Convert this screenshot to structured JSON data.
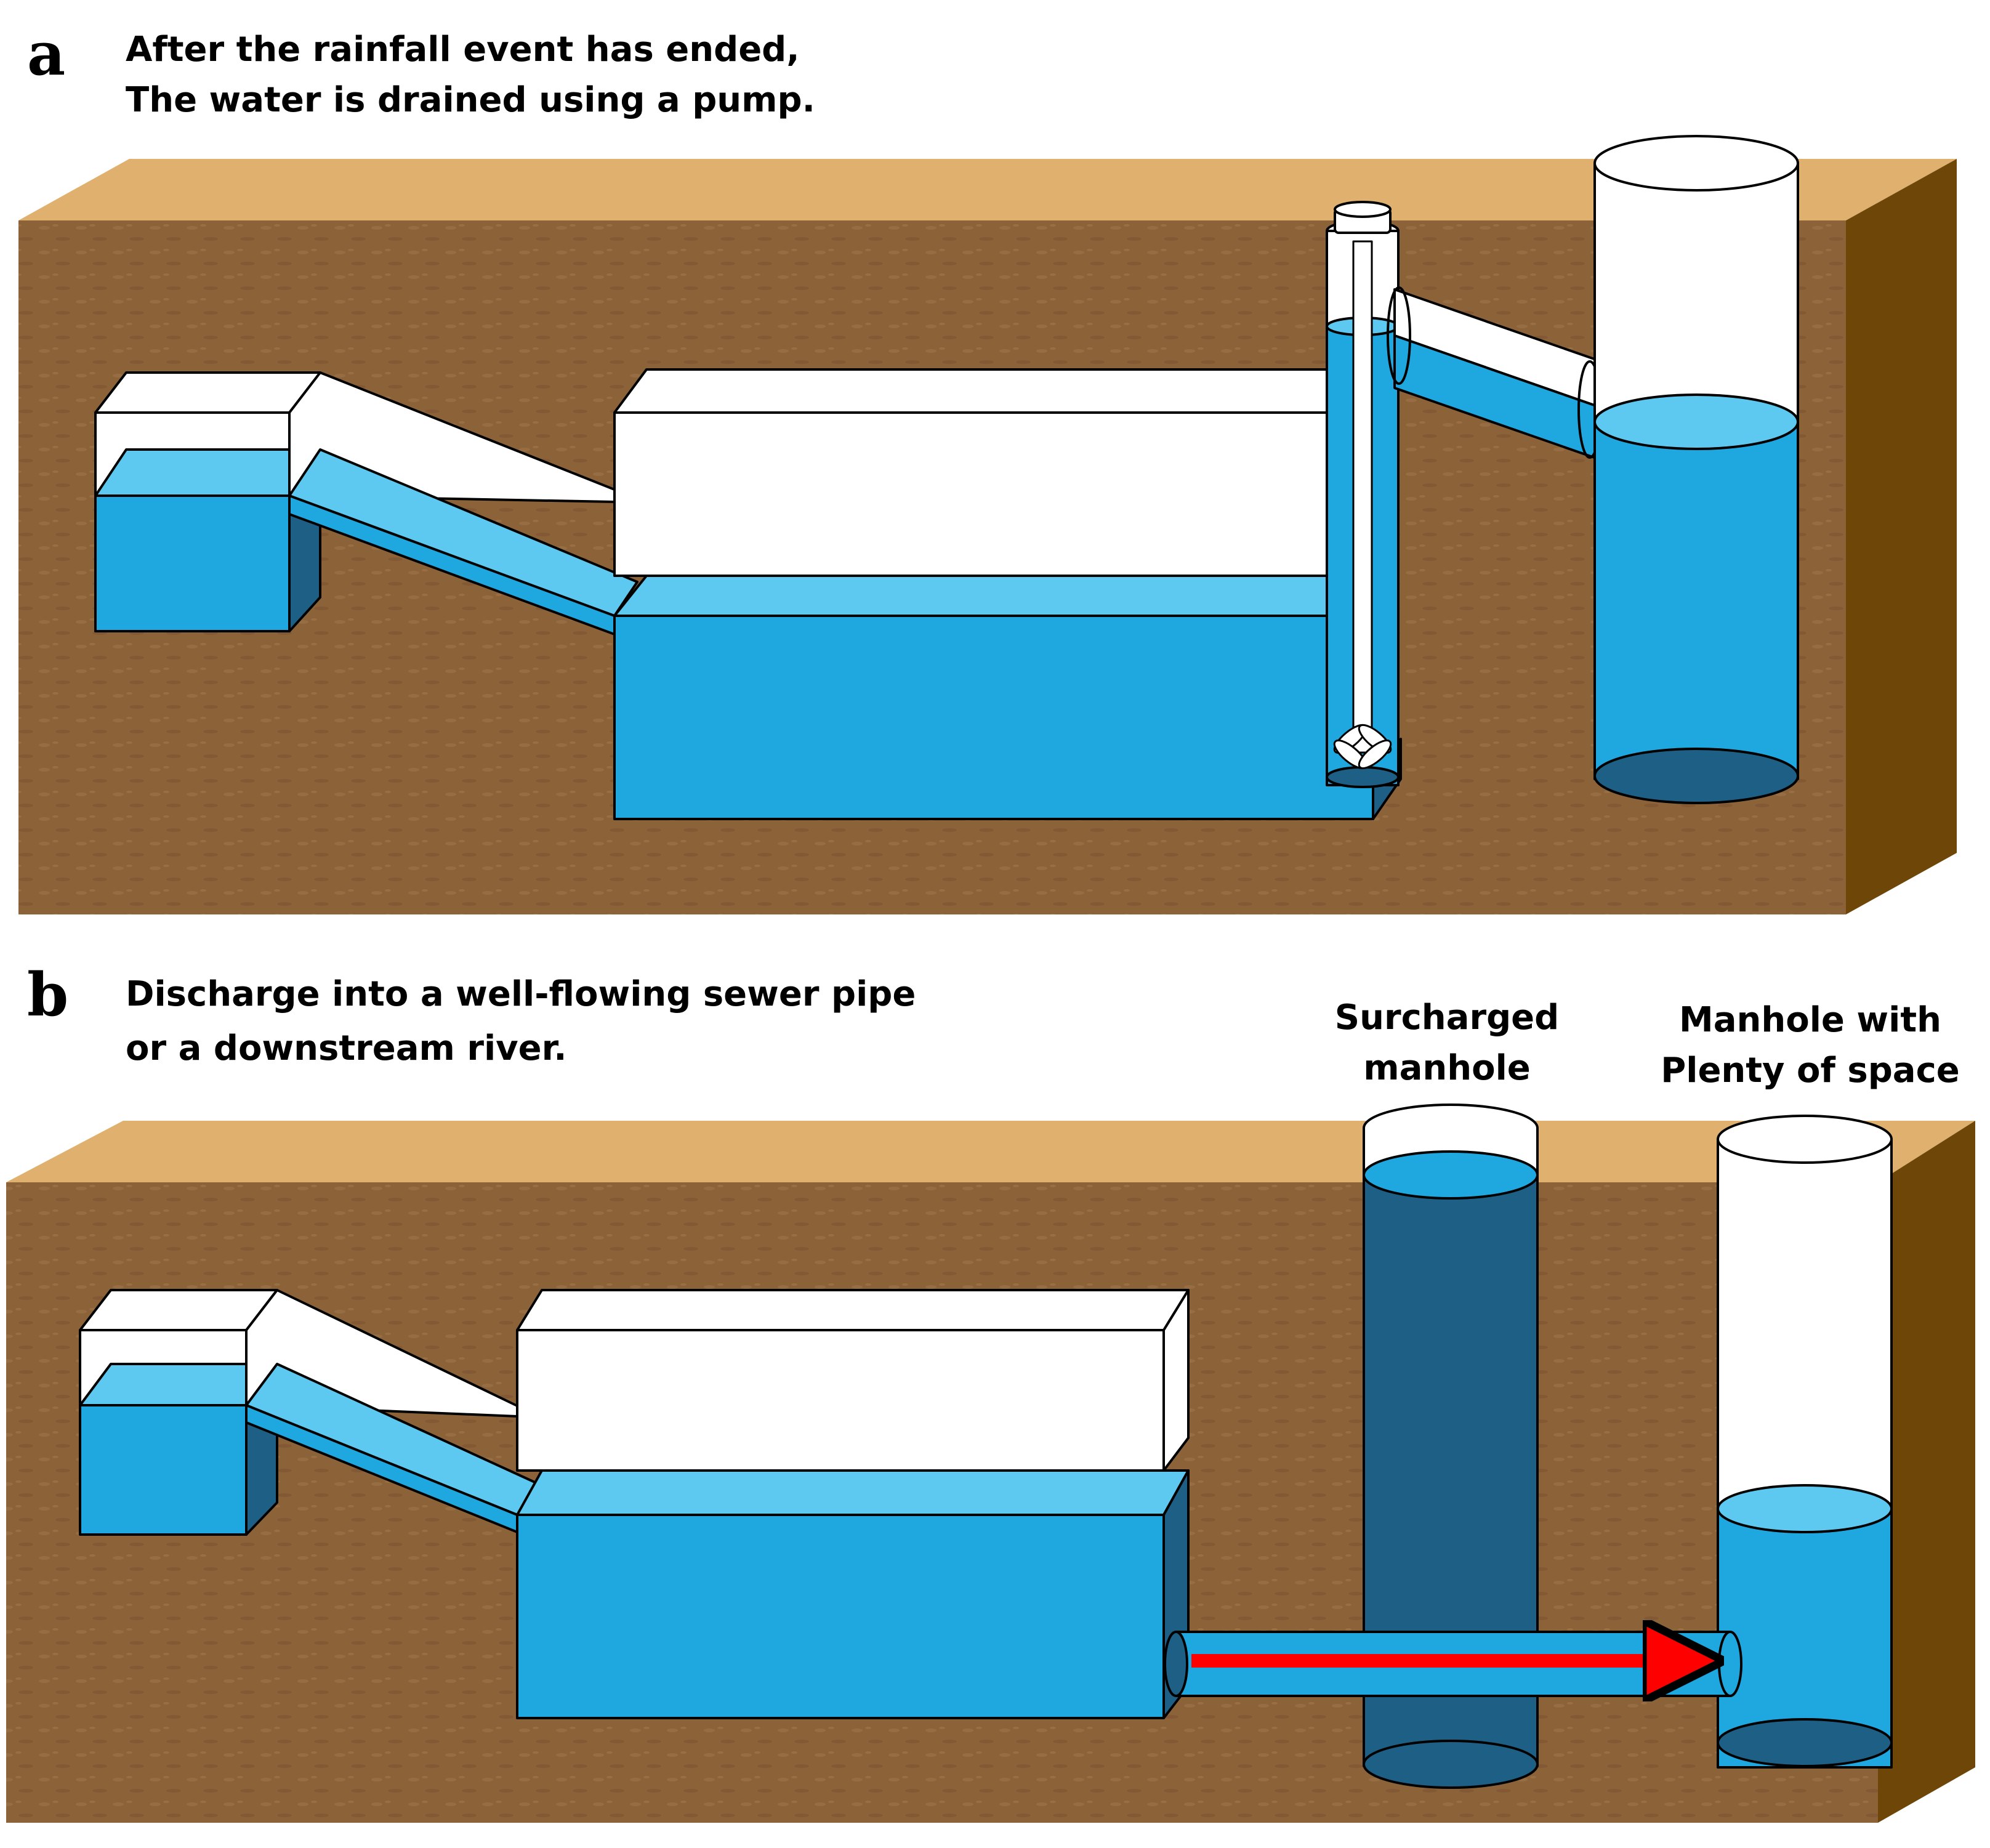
{
  "panel_a": {
    "letter": "a",
    "caption_line1": "After the rainfall event has ended,",
    "caption_line2": "The water is drained using a pump."
  },
  "panel_b": {
    "letter": "b",
    "caption_line1": "Discharge into a well-flowing sewer pipe",
    "caption_line2": "or a downstream river.",
    "surcharged_line1": "Surcharged",
    "surcharged_line2": "manhole",
    "space_line1": "Manhole with",
    "space_line2": "Plenty of space"
  },
  "colors": {
    "soil": "#8c6239",
    "soil_top": "#dfb06e",
    "soil_side": "#6e4608",
    "water": "#1fa8e0",
    "water_surface": "#5ec9f0",
    "water_dark": "#1e5f85",
    "flow_arrow": "#ff0000"
  }
}
